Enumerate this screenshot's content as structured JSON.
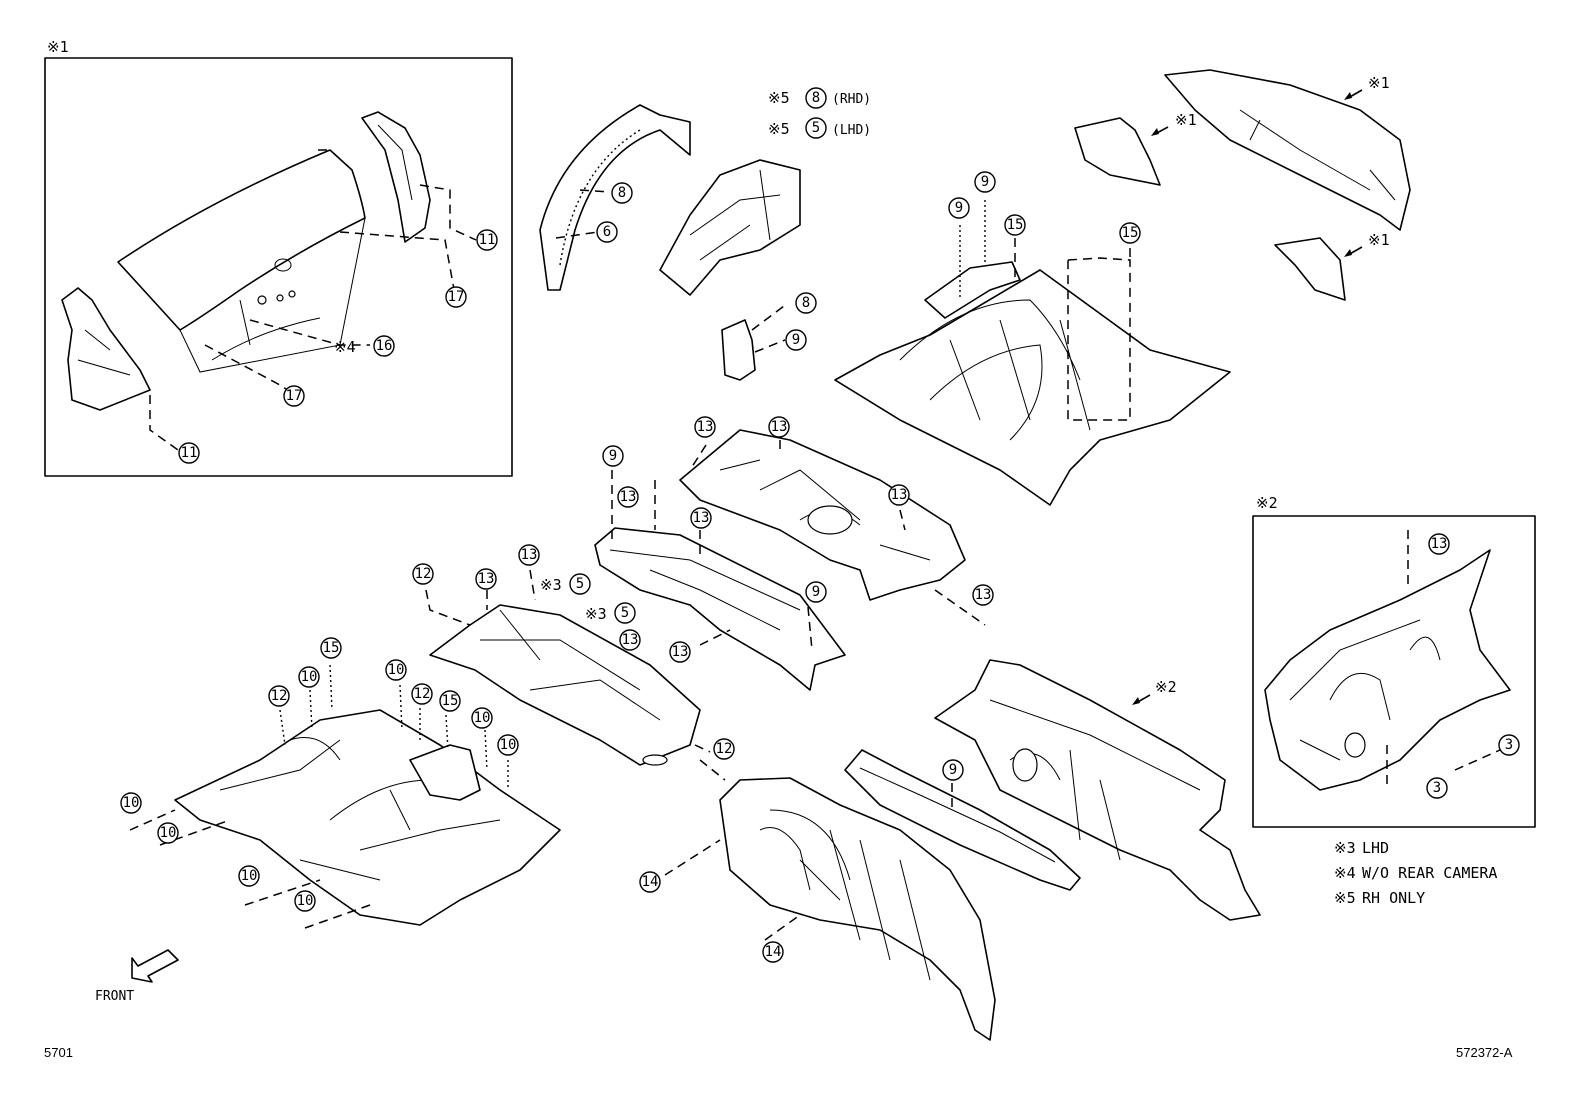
{
  "diagram_code": "5701",
  "figure_id": "572372-A",
  "front_label": "FRONT",
  "notes": {
    "n1": "※1",
    "n2": "※2",
    "n3": "※3",
    "n4": "※4",
    "n5": "※5"
  },
  "legend": [
    {
      "mark": "※3",
      "text": "LHD"
    },
    {
      "mark": "※4",
      "text": "W/O REAR CAMERA"
    },
    {
      "mark": "※5",
      "text": "RH ONLY"
    }
  ],
  "variants": {
    "rhd": "(RHD)",
    "lhd": "(LHD)"
  },
  "part_numbers": {
    "p3": "3",
    "p5": "5",
    "p6": "6",
    "p8": "8",
    "p9": "9",
    "p10": "10",
    "p11": "11",
    "p12": "12",
    "p13": "13",
    "p14": "14",
    "p15": "15",
    "p16": "16",
    "p17": "17"
  },
  "colors": {
    "line": "#000000",
    "background": "#ffffff"
  }
}
